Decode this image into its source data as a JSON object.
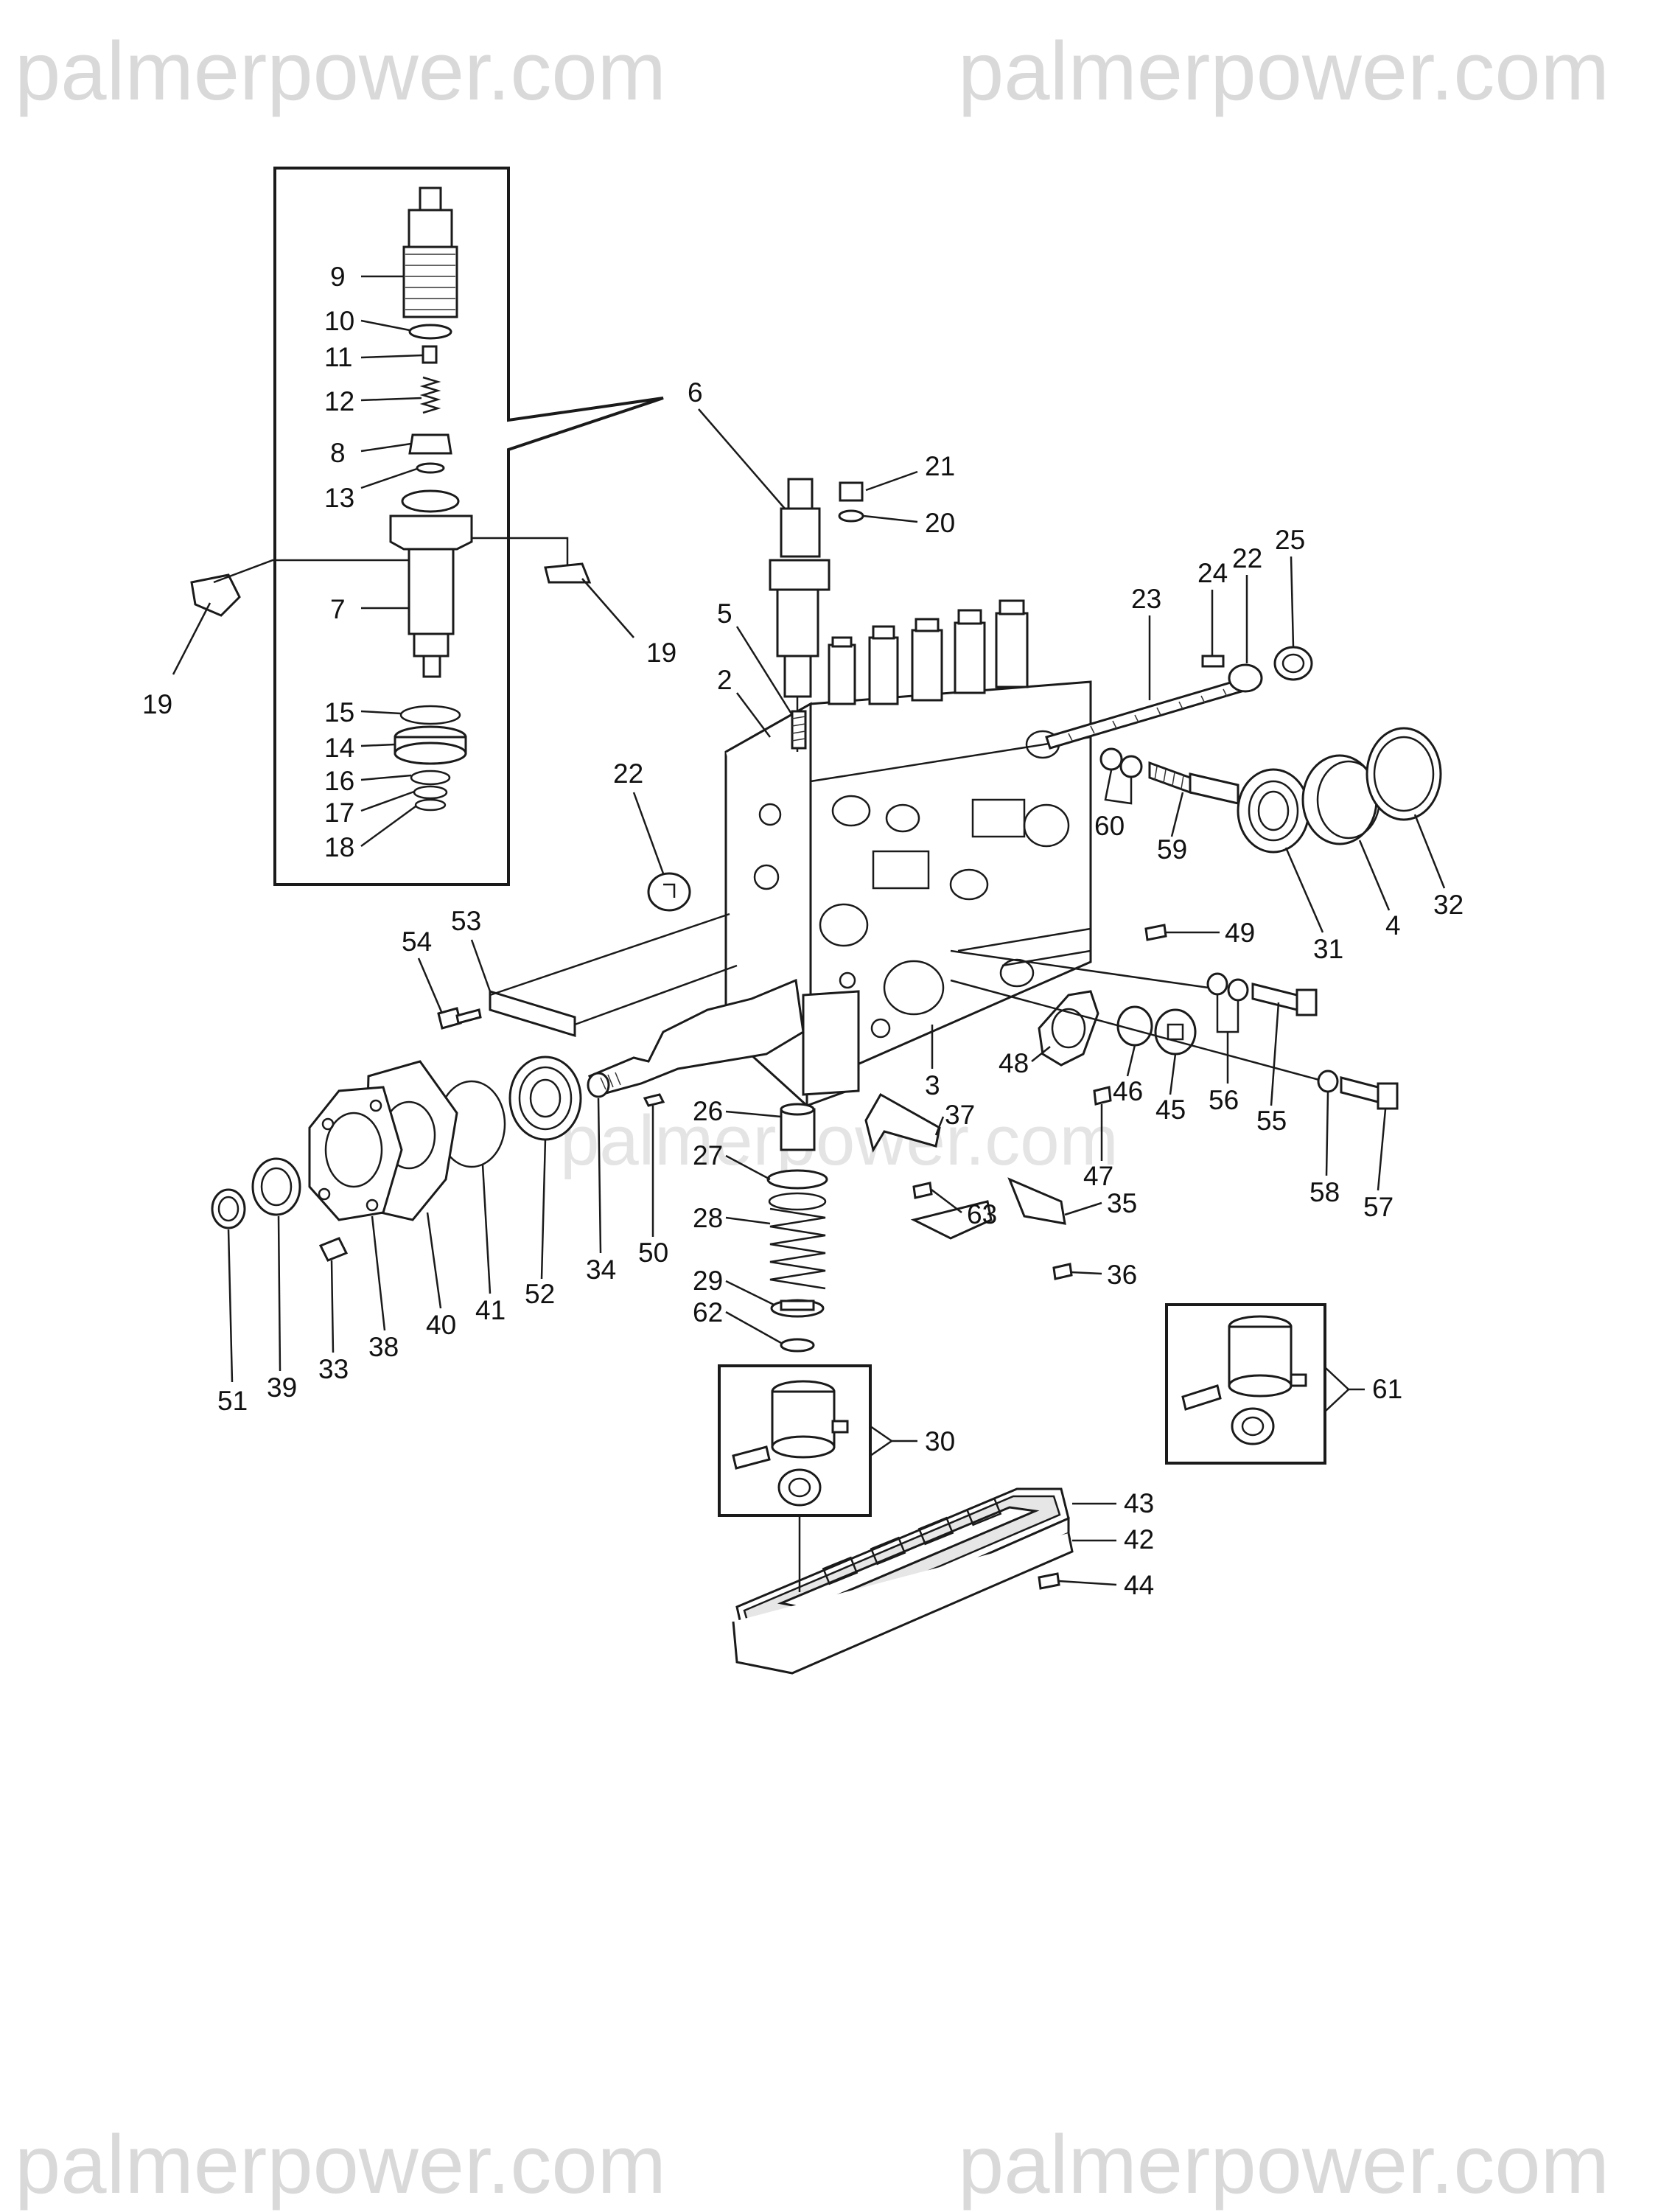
{
  "watermark": {
    "text": "palmerpower.com",
    "color": "#d9d9d9"
  },
  "labels": {
    "p2": "2",
    "p3": "3",
    "p4": "4",
    "p5": "5",
    "p6": "6",
    "p7": "7",
    "p8": "8",
    "p9": "9",
    "p10": "10",
    "p11": "11",
    "p12": "12",
    "p13": "13",
    "p14": "14",
    "p15": "15",
    "p16": "16",
    "p17": "17",
    "p18": "18",
    "p19a": "19",
    "p19b": "19",
    "p20": "20",
    "p21": "21",
    "p22a": "22",
    "p22b": "22",
    "p23": "23",
    "p24": "24",
    "p25": "25",
    "p26": "26",
    "p27": "27",
    "p28": "28",
    "p29": "29",
    "p30": "30",
    "p31": "31",
    "p32": "32",
    "p33": "33",
    "p34": "34",
    "p35": "35",
    "p36": "36",
    "p37": "37",
    "p38": "38",
    "p39": "39",
    "p40": "40",
    "p41": "41",
    "p42": "42",
    "p43": "43",
    "p44": "44",
    "p45": "45",
    "p46": "46",
    "p47": "47",
    "p48": "48",
    "p49": "49",
    "p50": "50",
    "p51": "51",
    "p52": "52",
    "p53": "53",
    "p54": "54",
    "p55": "55",
    "p56": "56",
    "p57": "57",
    "p58": "58",
    "p59": "59",
    "p60": "60",
    "p61": "61",
    "p62": "62",
    "p63": "63"
  }
}
